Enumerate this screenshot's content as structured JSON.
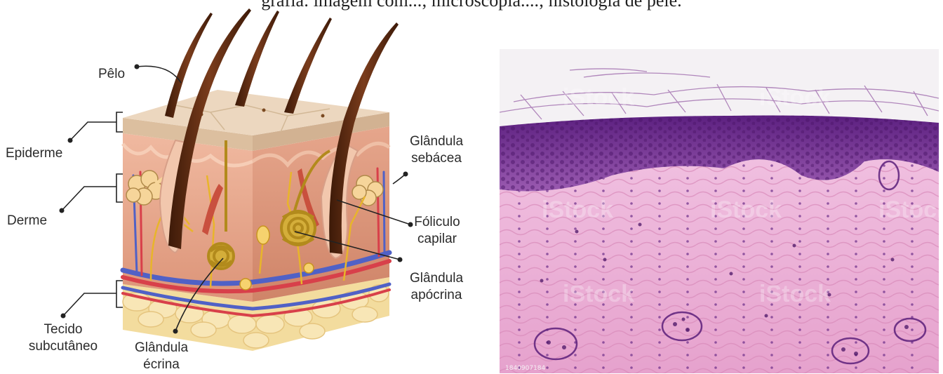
{
  "caption_fragment": "grafia: imagem com...; microscopia....; histologia de pele.",
  "labels": {
    "pelo": "Pêlo",
    "epiderme": "Epiderme",
    "derme": "Derme",
    "tecido_line1": "Tecido",
    "tecido_line2": "subcutâneo",
    "glandula_ecrina_line1": "Glândula",
    "glandula_ecrina_line2": "écrina",
    "glandula_sebacea_line1": "Glândula",
    "glandula_sebacea_line2": "sebácea",
    "foliculo_line1": "Fóliculo",
    "foliculo_line2": "capilar",
    "glandula_apocrina_line1": "Glândula",
    "glandula_apocrina_line2": "apócrina"
  },
  "micrograph": {
    "watermark": "iStock",
    "image_id": "1840907184"
  },
  "colors": {
    "hair": "#5a2c14",
    "epidermis_top": "#e9d2b8",
    "dermis": "#e4a58e",
    "subcutaneous": "#f3dc9e",
    "vein": "#5061c6",
    "artery": "#d8404a",
    "nerve": "#e8b52a",
    "stain_purple": "#6a2d88",
    "stain_pink": "#e6a8cf"
  }
}
